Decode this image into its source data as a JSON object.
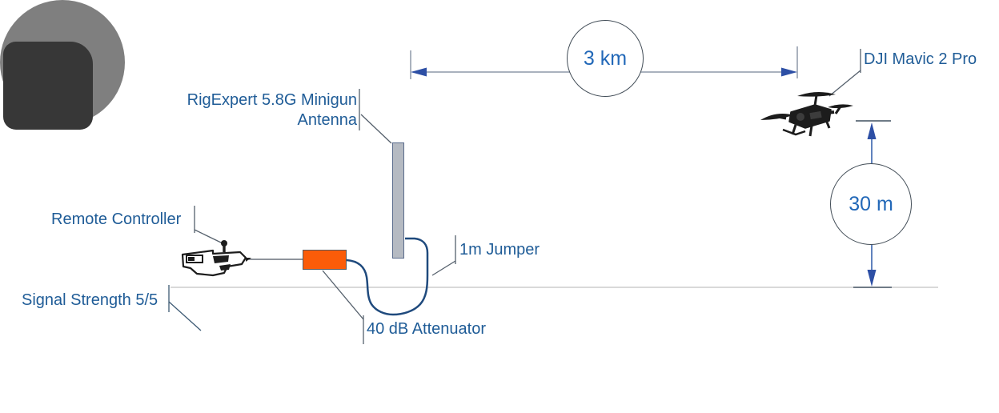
{
  "diagram": {
    "description": "Drone range test setup diagram",
    "labels": {
      "antenna": {
        "line1": "RigExpert 5.8G Minigun",
        "line2": "Antenna"
      },
      "remote_controller": "Remote Controller",
      "signal_strength": "Signal Strength 5/5",
      "jumper": "1m Jumper",
      "attenuator": "40 dB Attenuator",
      "drone": "DJI Mavic 2 Pro"
    },
    "measurements": {
      "distance": "3 km",
      "altitude": "30 m"
    },
    "icons": {
      "drone": "drone-icon",
      "remote_controller": "remote-controller-icon",
      "signal_bars": "signal-bars-icon",
      "signal_bar_count": 5
    },
    "colors": {
      "label_text": "#1f5c97",
      "measurement_text": "#2268b8",
      "dimension_line": "#8e98a8",
      "arrowhead_blue": "#2d4fa5",
      "altitude_line": "#2d5aa8",
      "ground_line": "#d9d9d9",
      "tick_dark": "#6f7b87",
      "leader_line": "#4a5a68",
      "cable": "#1f4a7d",
      "attenuator_fill": "#fb5c09",
      "antenna_fill": "#b5bac2",
      "signal_circle_fill": "#7f7f7f",
      "signal_panel_fill": "#373737",
      "signal_bar_fill": "#ffffff"
    }
  }
}
